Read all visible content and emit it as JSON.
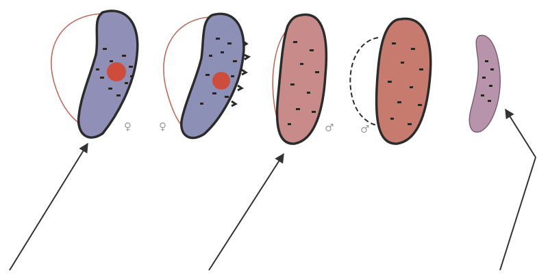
{
  "figure": {
    "stages": [
      {
        "id": "stage-1",
        "mark": "♀",
        "body_color": "#8f8fb8",
        "has_nucleus": true,
        "has_membrane_arc": true
      },
      {
        "id": "stage-2",
        "mark": "♀",
        "body_color": "#8c90b6",
        "has_nucleus": true,
        "has_membrane_arc": true
      },
      {
        "id": "stage-3",
        "mark": "♂",
        "body_color": "#c98a8a",
        "has_nucleus": false,
        "has_membrane_arc": true
      },
      {
        "id": "stage-4",
        "mark": "♂",
        "body_color": "#c77b6e",
        "has_nucleus": false,
        "has_membrane_arc": true
      },
      {
        "id": "stage-5",
        "mark": "",
        "body_color": "#b894ac",
        "has_nucleus": false,
        "has_membrane_arc": false
      }
    ],
    "pointer_arrows": 3,
    "colors": {
      "outline": "#2b2b2b",
      "granule": "#2a2420",
      "nucleus": "#d5452f",
      "membrane_thread": "#c06a5a",
      "arrow": "#333333"
    }
  }
}
